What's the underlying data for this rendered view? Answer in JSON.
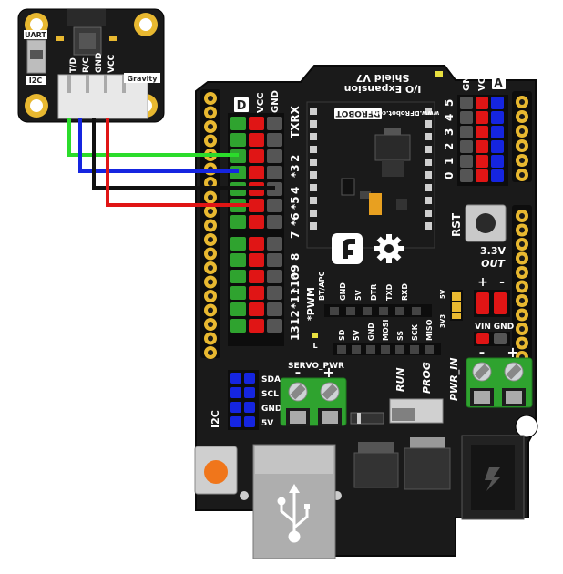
{
  "sensor": {
    "uart": "UART",
    "i2c": "I2C",
    "gravity": "Gravity",
    "pins": [
      "T/D",
      "R/C",
      "GND",
      "VCC"
    ]
  },
  "shield": {
    "title_line1": "I/O Expansion",
    "title_line2": "Shield V7",
    "brand": "DFROBOT",
    "url": "www.DFRobot.com",
    "col_d": "D",
    "col_vcc": "VCC",
    "col_gnd": "GND",
    "col_a": "A",
    "digital_labels": [
      "TXRX",
      "2",
      "*3",
      "4",
      "*5",
      "*6",
      "7",
      "8",
      "*9",
      "*10",
      "*11",
      "12",
      "13"
    ],
    "analog_labels": [
      "5",
      "4",
      "3",
      "2",
      "1",
      "0"
    ],
    "pwm": "*PWM",
    "rst": "RST",
    "out_33": "3.3V",
    "out_label": "OUT",
    "plus": "+",
    "minus": "-",
    "vin": "VIN",
    "gnd_small": "GND",
    "bt_labels": [
      "BT/APC",
      "GND",
      "5V",
      "DTR",
      "TXD",
      "RXD"
    ],
    "spi_labels": [
      "SD",
      "5V",
      "GND",
      "MOSI",
      "SS",
      "SCK",
      "MISO"
    ],
    "v5": "5V",
    "v33": "3V3",
    "led_l": "L",
    "i2c_title": "I2C",
    "i2c_pins": [
      "SDA",
      "SCL",
      "GND",
      "5V"
    ],
    "servo_pwr": "SERVO_PWR",
    "run": "RUN",
    "prog": "PROG",
    "pwr_in": "PWR_IN"
  },
  "colors": {
    "board": "#1a1a1a",
    "green_wire": "#2bdc2b",
    "blue_wire": "#1525e0",
    "black_wire": "#111111",
    "red_wire": "#e01515",
    "terminal": "#2fa32f",
    "orange_button": "#f0761b",
    "gold": "#e8b830"
  }
}
